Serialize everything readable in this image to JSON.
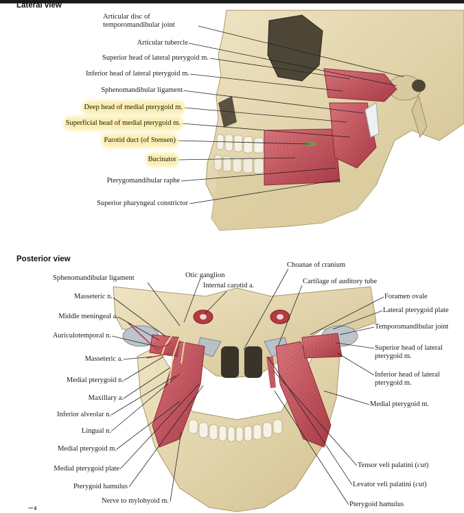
{
  "lateral": {
    "title": "Lateral view",
    "labels": [
      "Articular disc of\ntemporomandibular joint",
      "Articular tubercle",
      "Superior head of lateral pterygoid m.",
      "Inferior head of lateral pterygoid m.",
      "Sphenomandibular ligament",
      "Deep head of medial pterygoid m.",
      "Superficial head of medial pterygoid m.",
      "Parotid duct (of Stensen)",
      "Bucinator",
      "Pterygomandibular raphe",
      "Superior pharyngeal constrictor"
    ]
  },
  "posterior": {
    "title": "Posterior view",
    "labels": {
      "otic": "Otic ganglion",
      "choanae": "Choanae of cranium",
      "sphenomandibular": "Sphenomandibular ligament",
      "internal_carotid": "Internal carotid a.",
      "cartilage": "Cartilage of auditory tube",
      "masseteric_n": "Masseteric n.",
      "foramen_ovale": "Foramen ovale",
      "middle_meningeal": "Middle meningeal a.",
      "lateral_plate": "Lateral pterygoid plate",
      "auriculotemporal": "Auriculotemporal n.",
      "tmj": "Temporomandibular joint",
      "masseteric_a": "Masseteric a.",
      "sup_head": "Superior head of lateral\npterygoid m.",
      "medial_ptery_n": "Medial pterygoid n.",
      "inf_head": "Inferior head of lateral\npterygoid m.",
      "maxillary": "Maxillary a.",
      "medial_ptery_m_r": "Medial pterygoid m.",
      "inferior_alveolar": "Inferior alveolar n.",
      "lingual": "Lingual n.",
      "medial_ptery_m_l": "Medial pterygoid m.",
      "tensor": "Tensor veli palatini (cut)",
      "medial_plate": "Medial pterygoid plate",
      "levator": "Levator veli palatini (cut)",
      "hamulus_l": "Pterygoid hamulus",
      "mylohyoid": "Nerve to mylohyoid m.",
      "hamulus_r": "Pterygoid hamulus"
    }
  },
  "colors": {
    "bone": "#e6d9b4",
    "muscle": "#c4515a",
    "highlight": "#fbeeb0"
  }
}
